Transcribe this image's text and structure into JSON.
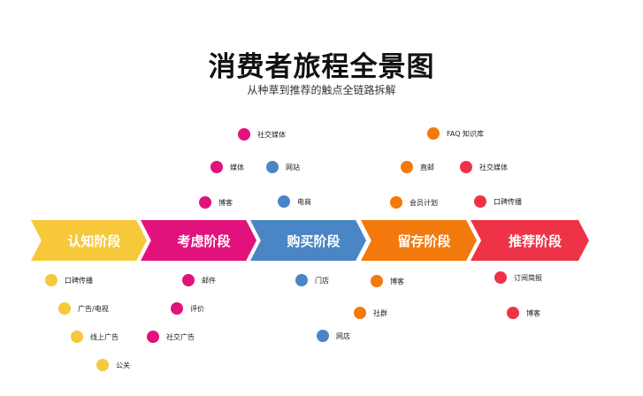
{
  "title": "消费者旅程全景图",
  "subtitle": "从种草到推荐的触点全链路拆解",
  "stages": [
    {
      "label": "认知阶段",
      "color": "#F7C83A"
    },
    {
      "label": "考虑阶段",
      "color": "#E2127D"
    },
    {
      "label": "购买阶段",
      "color": "#4A86C5"
    },
    {
      "label": "留存阶段",
      "color": "#F27A0C"
    },
    {
      "label": "推荐阶段",
      "color": "#EF3347"
    }
  ],
  "touchpoints": {
    "awareness": [
      "口碑传播",
      "广告/电视",
      "线上广告",
      "公关"
    ],
    "consideration_above": [
      "社交媒体",
      "媒体",
      "博客"
    ],
    "consideration_below": [
      "邮件",
      "评价",
      "社交广告"
    ],
    "purchase_above": [
      "网站",
      "电商"
    ],
    "purchase_below": [
      "门店",
      "网店"
    ],
    "retention_above": [
      "FAQ 知识库",
      "直邮",
      "会员计划"
    ],
    "retention_below": [
      "博客",
      "社群"
    ],
    "advocacy_above": [
      "社交媒体",
      "口碑传播"
    ],
    "advocacy_below": [
      "订阅简报",
      "博客"
    ]
  }
}
